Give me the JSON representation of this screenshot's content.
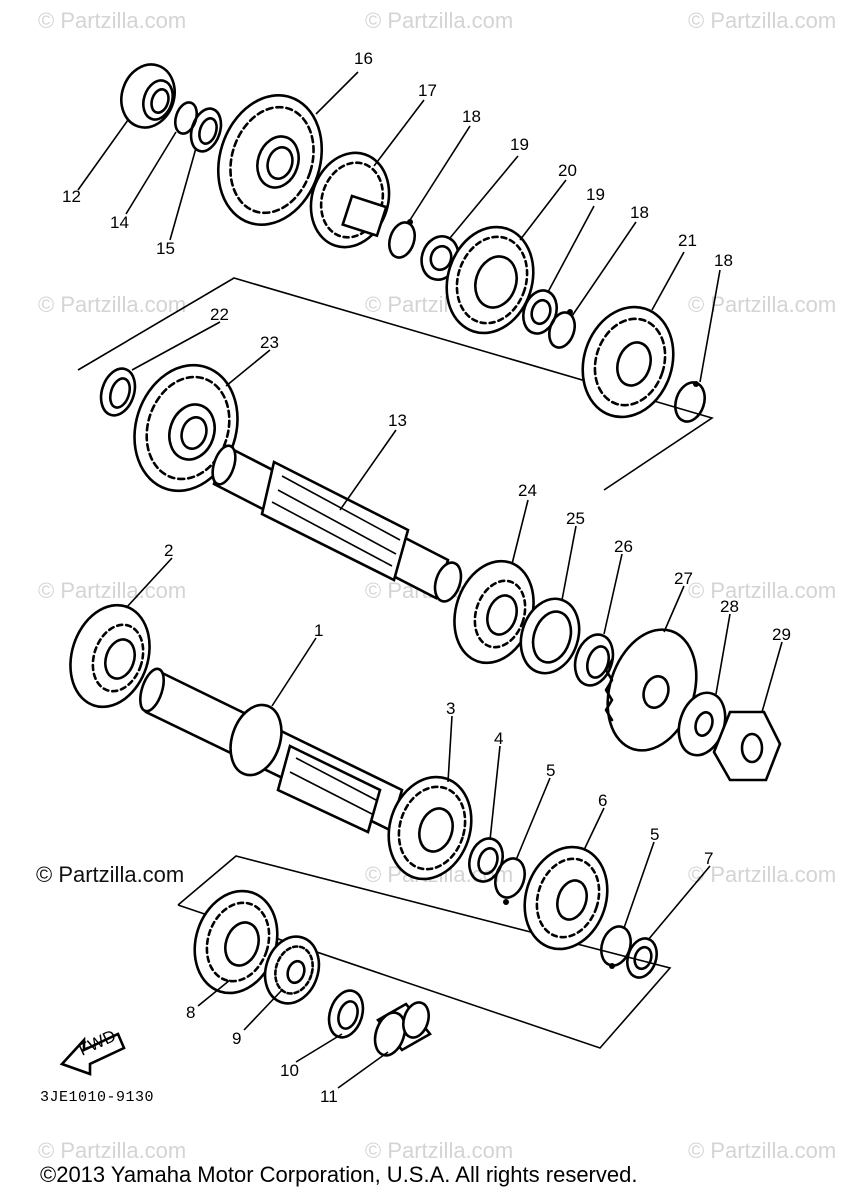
{
  "watermark_text": "© Partzilla.com",
  "brand_mark": "© Partzilla.com",
  "drawing_code": "3JE1010-9130",
  "copyright": "©2013 Yamaha Motor Corporation, U.S.A. All rights reserved.",
  "fwd_label": "FWD",
  "callouts": [
    "1",
    "2",
    "3",
    "4",
    "5",
    "5",
    "6",
    "7",
    "8",
    "9",
    "10",
    "11",
    "12",
    "13",
    "14",
    "15",
    "16",
    "17",
    "18",
    "18",
    "18",
    "19",
    "19",
    "20",
    "21",
    "22",
    "23",
    "24",
    "25",
    "26",
    "27",
    "28",
    "29"
  ]
}
